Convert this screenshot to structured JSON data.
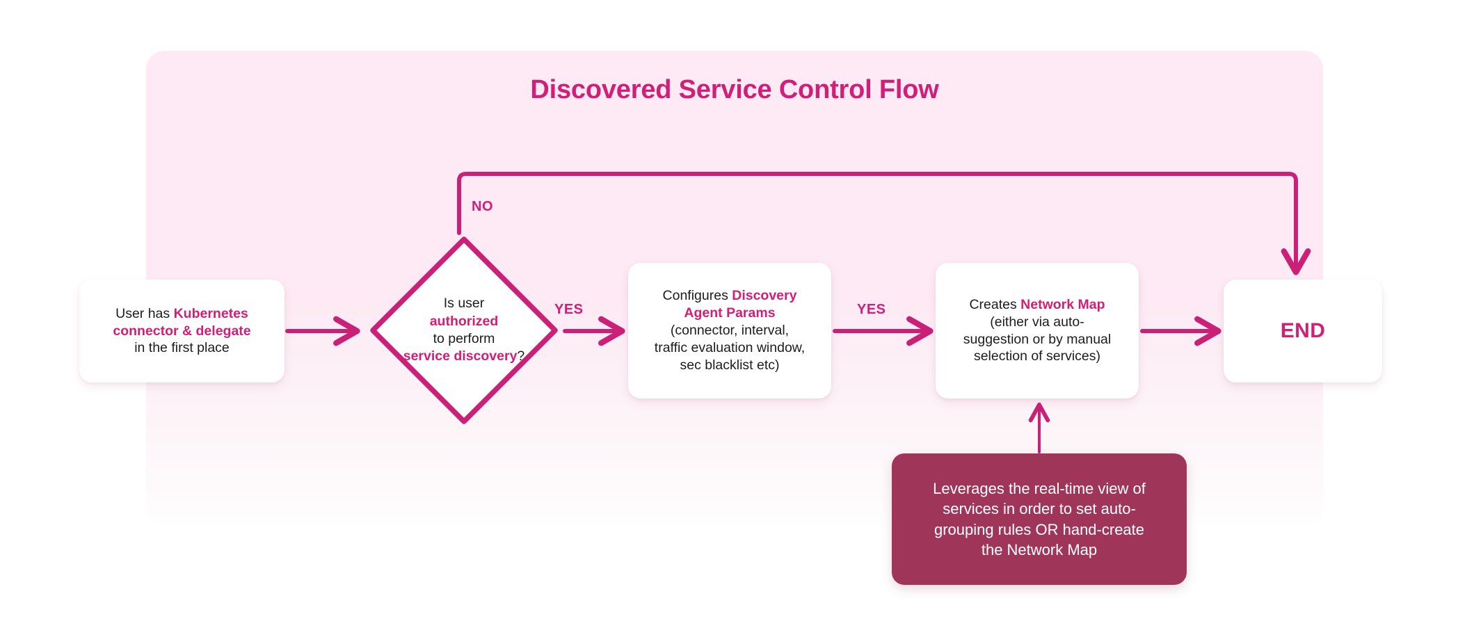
{
  "diagram": {
    "title": "Discovered Service Control Flow",
    "accent_color": "#D21E76",
    "panel_color": "#FDEAF4",
    "note_color": "#9F3659",
    "node_fill": "#FFFFFF",
    "text_color": "#1C1C1C"
  },
  "nodes": {
    "start": {
      "id": "user-has-kubernetes-connector",
      "shape": "rounded-rect",
      "lines": [
        [
          {
            "t": "User has ",
            "hl": false
          },
          {
            "t": "Kubernetes",
            "hl": true
          }
        ],
        [
          {
            "t": "connector & delegate",
            "hl": true
          }
        ],
        [
          {
            "t": "in the first place",
            "hl": false
          }
        ]
      ]
    },
    "decision": {
      "id": "is-user-authorized",
      "shape": "diamond",
      "lines": [
        [
          {
            "t": "Is user",
            "hl": false
          }
        ],
        [
          {
            "t": "authorized",
            "hl": true
          }
        ],
        [
          {
            "t": "to perform",
            "hl": false
          }
        ],
        [
          {
            "t": "service discovery",
            "hl": true
          },
          {
            "t": "?",
            "hl": false
          }
        ]
      ]
    },
    "config": {
      "id": "configures-discovery-agent-params",
      "shape": "rounded-rect",
      "lines": [
        [
          {
            "t": "Configures ",
            "hl": false
          },
          {
            "t": "Discovery",
            "hl": true
          }
        ],
        [
          {
            "t": "Agent Params",
            "hl": true
          }
        ],
        [
          {
            "t": "(connector, interval,",
            "hl": false
          }
        ],
        [
          {
            "t": "traffic evaluation window,",
            "hl": false
          }
        ],
        [
          {
            "t": "sec blacklist etc)",
            "hl": false
          }
        ]
      ]
    },
    "map": {
      "id": "creates-network-map",
      "shape": "rounded-rect",
      "lines": [
        [
          {
            "t": "Creates ",
            "hl": false
          },
          {
            "t": "Network Map",
            "hl": true
          }
        ],
        [
          {
            "t": "(either via auto-",
            "hl": false
          }
        ],
        [
          {
            "t": "suggestion or by manual",
            "hl": false
          }
        ],
        [
          {
            "t": "selection of services)",
            "hl": false
          }
        ]
      ]
    },
    "end": {
      "id": "end",
      "shape": "rounded-rect",
      "label": "END"
    },
    "note": {
      "id": "network-map-note",
      "shape": "rounded-rect-filled",
      "lines": [
        "Leverages the real-time view of",
        "services in order to set auto-",
        "grouping rules OR hand-create",
        "the Network Map"
      ]
    }
  },
  "edges": [
    {
      "from": "start",
      "to": "decision",
      "label": ""
    },
    {
      "from": "decision",
      "to": "config",
      "label": "YES"
    },
    {
      "from": "decision",
      "to": "end",
      "label": "NO"
    },
    {
      "from": "config",
      "to": "map",
      "label": "YES"
    },
    {
      "from": "map",
      "to": "end",
      "label": ""
    },
    {
      "from": "note",
      "to": "map",
      "label": ""
    }
  ],
  "labels": {
    "no": "NO",
    "yes_1": "YES",
    "yes_2": "YES"
  }
}
